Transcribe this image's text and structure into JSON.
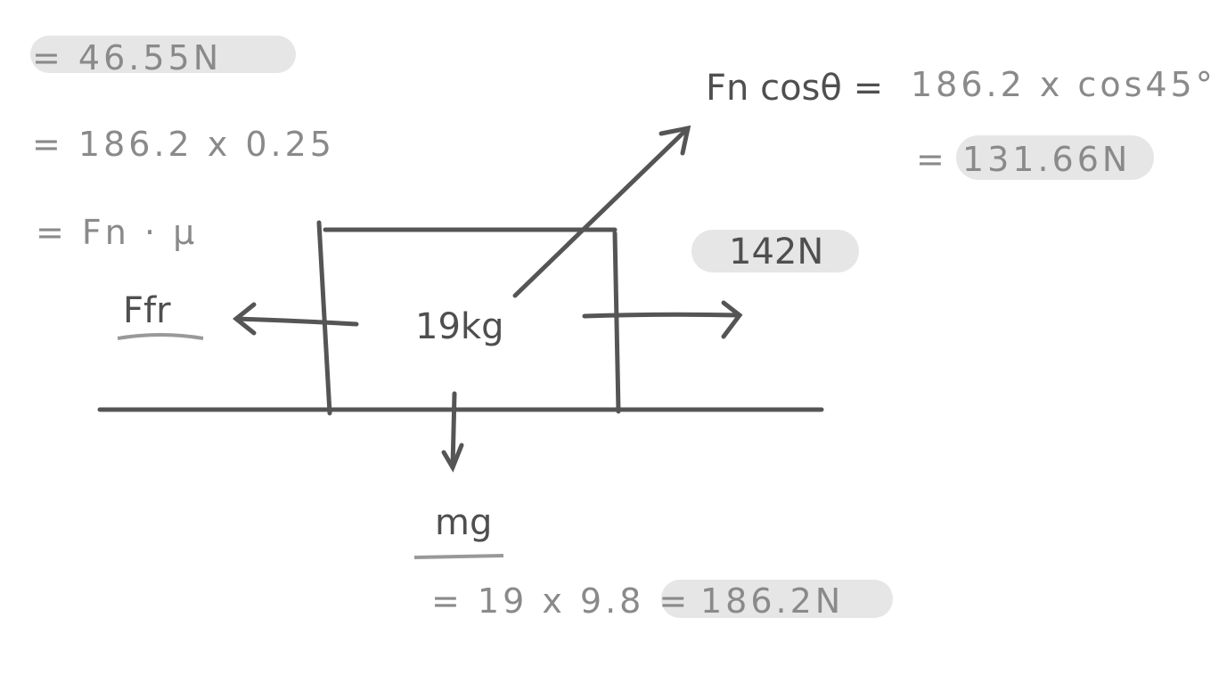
{
  "colors": {
    "ink": "#555555",
    "light_ink": "#8a8a8a",
    "highlight": "#e6e6e6"
  },
  "friction": {
    "result": "= 46.55N",
    "calc": "= 186.2 x 0.25",
    "formula": "= Fn · μ",
    "label": "Ffr"
  },
  "block": {
    "mass_label": "19kg"
  },
  "normal": {
    "formula": "Fn cosθ = ",
    "calc": "186.2 x cos45°",
    "result": "= 131.66N"
  },
  "applied": {
    "label": "142N"
  },
  "weight": {
    "label": "mg",
    "calc": "= 19 x 9.8 =",
    "result": "186.2N"
  }
}
